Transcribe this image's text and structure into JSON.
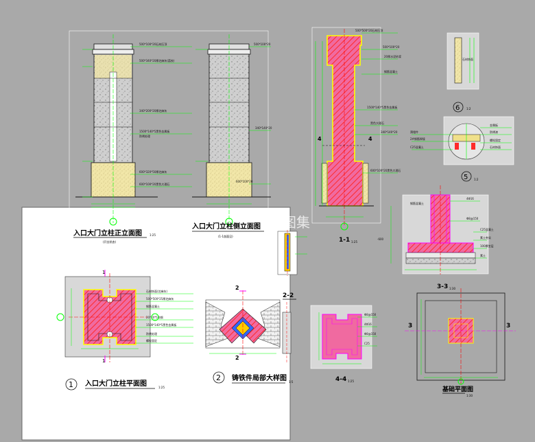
{
  "colors": {
    "background": "#a9a9a9",
    "paper": "#ffffff",
    "dimension": "#00ff00",
    "centerline": "#ff0000",
    "hatch": "#ff00ff",
    "outline": "#ffff00",
    "cut": "#ff0000"
  },
  "drawings": {
    "front_elevation": {
      "title": "入口大门立柱正立面图",
      "subtitle": "(开业状态)",
      "scale": "1:25"
    },
    "side_elevation": {
      "title": "入口大门立柱侧立面图",
      "subtitle": "(1-1剖面见)"
    },
    "plan": {
      "number": "1",
      "title": "入口大门立柱平面图",
      "scale": "1:25"
    },
    "detail": {
      "number": "2",
      "title": "铸铁件局部大样图",
      "scale": "1:5"
    },
    "section_1_1": {
      "title": "1-1",
      "scale": "1:25"
    },
    "section_2_2": {
      "title": "2-2"
    },
    "section_3_3": {
      "title": "3-3",
      "scale": "1:30"
    },
    "section_4_4": {
      "title": "4-4",
      "scale": "1:25"
    },
    "detail_5": {
      "number": "5",
      "scale": "1:2"
    },
    "detail_6": {
      "number": "6",
      "scale": "1:2"
    },
    "foundation_plan": {
      "title": "基础平面图",
      "scale": "1:30"
    }
  },
  "markers": {
    "one": "1",
    "two": "2",
    "three": "3",
    "four": "4"
  },
  "watermark": "图集"
}
